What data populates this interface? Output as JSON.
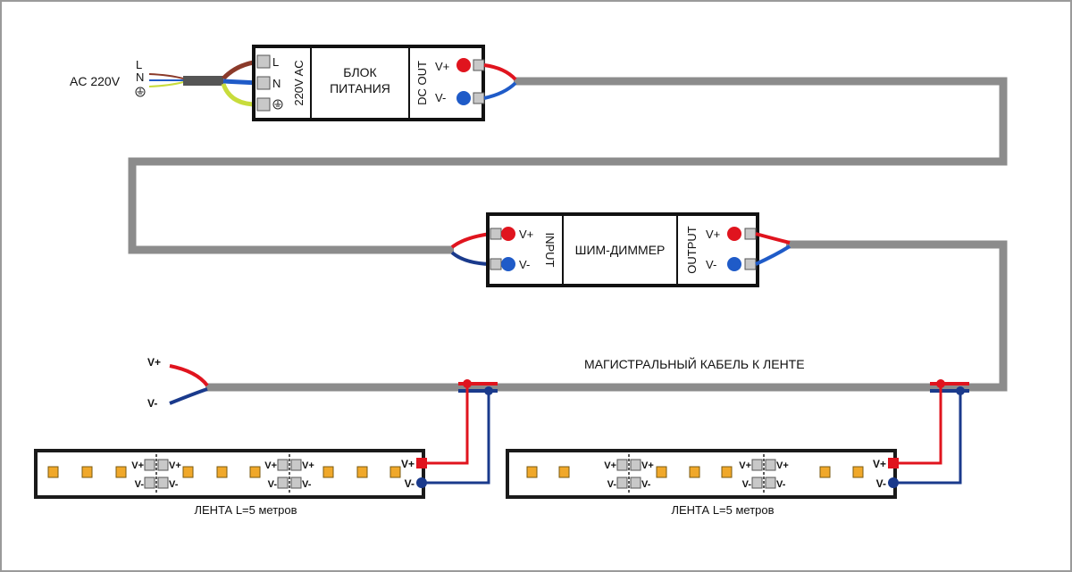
{
  "input": {
    "ac_label": "AC 220V",
    "wire_l": "L",
    "wire_n": "N"
  },
  "psu": {
    "terminal_l": "L",
    "terminal_n": "N",
    "voltage_label": "220V AC",
    "title_line1": "БЛОК",
    "title_line2": "ПИТАНИЯ",
    "dc_out_label": "DC OUT",
    "vplus": "V+",
    "vminus": "V-"
  },
  "dimmer": {
    "in_vplus": "V+",
    "in_vminus": "V-",
    "input_label": "INPUT",
    "title": "ШИМ-ДИММЕР",
    "output_label": "OUTPUT",
    "out_vplus": "V+",
    "out_vminus": "V-"
  },
  "trunk": {
    "label": "МАГИСТРАЛЬНЫЙ КАБЕЛЬ К ЛЕНТЕ",
    "end_vplus": "V+",
    "end_vminus": "V-"
  },
  "strips": [
    {
      "label": "ЛЕНТА L=5 метров",
      "vplus": "V+",
      "vminus": "V-",
      "seg_vplus": "V+",
      "seg_vminus": "V-"
    },
    {
      "label": "ЛЕНТА L=5 метров",
      "vplus": "V+",
      "vminus": "V-",
      "seg_vplus": "V+",
      "seg_vminus": "V-"
    }
  ],
  "colors": {
    "cable_gray": "#8c8c8c",
    "positive_red": "#e0141e",
    "negative_blue": "#1f5bc8",
    "negative_navy": "#1a3a8c",
    "wire_brown": "#8b3a2a",
    "wire_earth": "#c8dc3c",
    "led_amber": "#f0a82a",
    "box_border": "#111111",
    "terminal_gray": "#c8c8c8"
  }
}
